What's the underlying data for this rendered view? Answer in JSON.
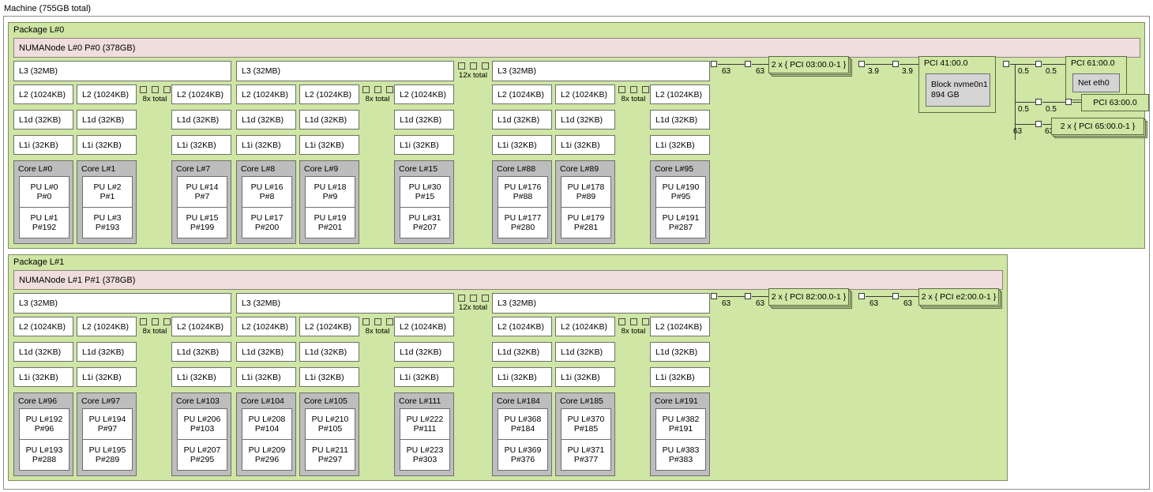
{
  "machine": {
    "title": "Machine (755GB total)"
  },
  "packages": [
    {
      "title": "Package L#0",
      "numanode": "NUMANode L#0 P#0 (378GB)",
      "l3_label": "L3 (32MB)",
      "l2_label": "L2 (1024KB)",
      "l1d_label": "L1d (32KB)",
      "l1i_label": "L1i (32KB)",
      "l3_ellipsis": "12x total",
      "l2_ellipsis": "8x total",
      "cores": [
        {
          "title": "Core L#0",
          "pus": [
            {
              "l": "PU L#0",
              "p": "P#0"
            },
            {
              "l": "PU L#1",
              "p": "P#192"
            }
          ]
        },
        {
          "title": "Core L#1",
          "pus": [
            {
              "l": "PU L#2",
              "p": "P#1"
            },
            {
              "l": "PU L#3",
              "p": "P#193"
            }
          ]
        },
        {
          "title": "Core L#7",
          "pus": [
            {
              "l": "PU L#14",
              "p": "P#7"
            },
            {
              "l": "PU L#15",
              "p": "P#199"
            }
          ]
        },
        {
          "title": "Core L#8",
          "pus": [
            {
              "l": "PU L#16",
              "p": "P#8"
            },
            {
              "l": "PU L#17",
              "p": "P#200"
            }
          ]
        },
        {
          "title": "Core L#9",
          "pus": [
            {
              "l": "PU L#18",
              "p": "P#9"
            },
            {
              "l": "PU L#19",
              "p": "P#201"
            }
          ]
        },
        {
          "title": "Core L#15",
          "pus": [
            {
              "l": "PU L#30",
              "p": "P#15"
            },
            {
              "l": "PU L#31",
              "p": "P#207"
            }
          ]
        },
        {
          "title": "Core L#88",
          "pus": [
            {
              "l": "PU L#176",
              "p": "P#88"
            },
            {
              "l": "PU L#177",
              "p": "P#280"
            }
          ]
        },
        {
          "title": "Core L#89",
          "pus": [
            {
              "l": "PU L#178",
              "p": "P#89"
            },
            {
              "l": "PU L#179",
              "p": "P#281"
            }
          ]
        },
        {
          "title": "Core L#95",
          "pus": [
            {
              "l": "PU L#190",
              "p": "P#95"
            },
            {
              "l": "PU L#191",
              "p": "P#287"
            }
          ]
        }
      ]
    },
    {
      "title": "Package L#1",
      "numanode": "NUMANode L#1 P#1 (378GB)",
      "l3_label": "L3 (32MB)",
      "l2_label": "L2 (1024KB)",
      "l1d_label": "L1d (32KB)",
      "l1i_label": "L1i (32KB)",
      "l3_ellipsis": "12x total",
      "l2_ellipsis": "8x total",
      "cores": [
        {
          "title": "Core L#96",
          "pus": [
            {
              "l": "PU L#192",
              "p": "P#96"
            },
            {
              "l": "PU L#193",
              "p": "P#288"
            }
          ]
        },
        {
          "title": "Core L#97",
          "pus": [
            {
              "l": "PU L#194",
              "p": "P#97"
            },
            {
              "l": "PU L#195",
              "p": "P#289"
            }
          ]
        },
        {
          "title": "Core L#103",
          "pus": [
            {
              "l": "PU L#206",
              "p": "P#103"
            },
            {
              "l": "PU L#207",
              "p": "P#295"
            }
          ]
        },
        {
          "title": "Core L#104",
          "pus": [
            {
              "l": "PU L#208",
              "p": "P#104"
            },
            {
              "l": "PU L#209",
              "p": "P#296"
            }
          ]
        },
        {
          "title": "Core L#105",
          "pus": [
            {
              "l": "PU L#210",
              "p": "P#105"
            },
            {
              "l": "PU L#211",
              "p": "P#297"
            }
          ]
        },
        {
          "title": "Core L#111",
          "pus": [
            {
              "l": "PU L#222",
              "p": "P#111"
            },
            {
              "l": "PU L#223",
              "p": "P#303"
            }
          ]
        },
        {
          "title": "Core L#184",
          "pus": [
            {
              "l": "PU L#368",
              "p": "P#184"
            },
            {
              "l": "PU L#369",
              "p": "P#376"
            }
          ]
        },
        {
          "title": "Core L#185",
          "pus": [
            {
              "l": "PU L#370",
              "p": "P#185"
            },
            {
              "l": "PU L#371",
              "p": "P#377"
            }
          ]
        },
        {
          "title": "Core L#191",
          "pus": [
            {
              "l": "PU L#382",
              "p": "P#191"
            },
            {
              "l": "PU L#383",
              "p": "P#383"
            }
          ]
        }
      ]
    }
  ],
  "io": {
    "p0": {
      "link_a_bw1": "63",
      "link_a_bw2": "63",
      "group_a": "2 x { PCI 03:00.0-1 }",
      "link_b_bw1": "3.9",
      "link_b_bw2": "3.9",
      "bridge_41": {
        "title": "PCI 41:00.0",
        "dev_line1": "Block nvme0n1",
        "dev_line2": "894 GB"
      },
      "tree": {
        "b1_bw1": "0.5",
        "b1_bw2": "0.5",
        "b2_bw1": "0.5",
        "b2_bw2": "0.5",
        "b3_bw1": "63",
        "b3_bw2": "63",
        "bridge_61": {
          "title": "PCI 61:00.0",
          "dev_line1": "Net eth0"
        },
        "node_63": "PCI 63:00.0",
        "group_65": "2 x { PCI 65:00.0-1 }"
      }
    },
    "p1": {
      "link_a_bw1": "63",
      "link_a_bw2": "63",
      "group_a": "2 x { PCI 82:00.0-1 }",
      "link_b_bw1": "63",
      "link_b_bw2": "63",
      "group_b": "2 x { PCI e2:00.0-1 }"
    }
  },
  "colors": {
    "package_bg": "#cfe6a4",
    "numanode_bg": "#efdedd",
    "core_bg": "#bdbdbd",
    "cache_bg": "#ffffff",
    "osdev_bg": "#d4d4d4",
    "machine_bg": "#ffffff",
    "line": "#3a3a3a"
  }
}
